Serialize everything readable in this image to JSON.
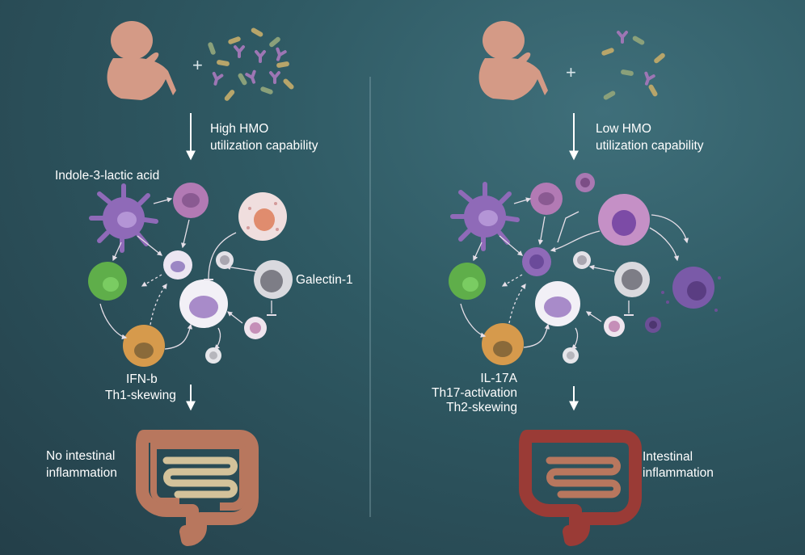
{
  "left_panel": {
    "arrow_label": [
      "High HMO",
      "utilization capability"
    ],
    "metabolite_label": "Indole-3-lactic acid",
    "protein_label": "Galectin-1",
    "cytokine_labels": [
      "IFN-b",
      "Th1-skewing"
    ],
    "outcome_labels": [
      "No intestinal",
      "inflammation"
    ]
  },
  "right_panel": {
    "arrow_label": [
      "Low HMO",
      "utilization capability"
    ],
    "cytokine_labels": [
      "IL-17A",
      "Th17-activation",
      "Th2-skewing"
    ],
    "outcome_labels": [
      "Intestinal",
      "inflammation"
    ]
  },
  "colors": {
    "background": "#2f5a64",
    "infant": "#d59a86",
    "intestine_healthy": "#b8775e",
    "intestine_inflamed": "#9a3b36",
    "arrows": "#ffffff"
  },
  "icons": [
    "infant-icon",
    "bacteria-icon",
    "hmo-icon",
    "immune-cell-icon",
    "intestine-icon"
  ]
}
